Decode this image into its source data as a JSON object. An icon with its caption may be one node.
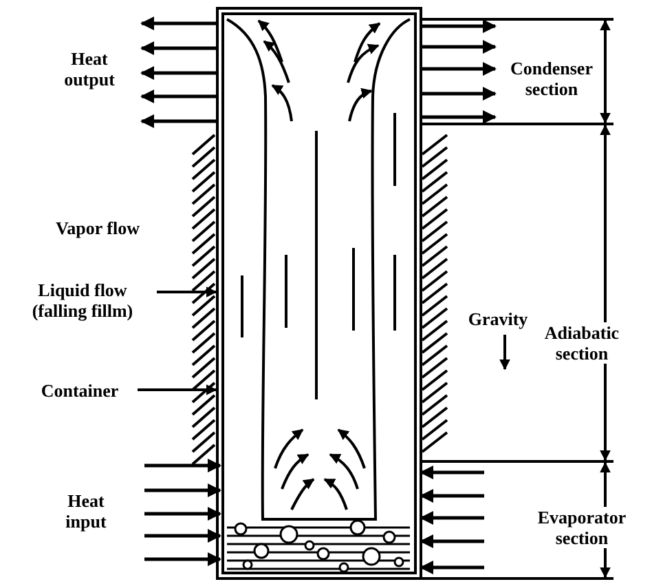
{
  "diagram": {
    "nodes": [
      {
        "text": [
          "Liquid flow (falling fillm)"
        ]
      },
      {
        "text": [
          "Container"
        ]
      },
      {
        "text": [],
        "shape": "box"
      }
    ],
    "edges": [
      {
        "from": 0,
        "to": 2,
        "arrow": "to"
      },
      {
        "from": 1,
        "to": 2,
        "arrow": "to"
      }
    ],
    "labels": [
      "Heat output",
      "Vapor flow",
      "Heat input",
      "Condenser section",
      "Gravity",
      "Adiabatic section",
      "Evaporator section"
    ]
  }
}
